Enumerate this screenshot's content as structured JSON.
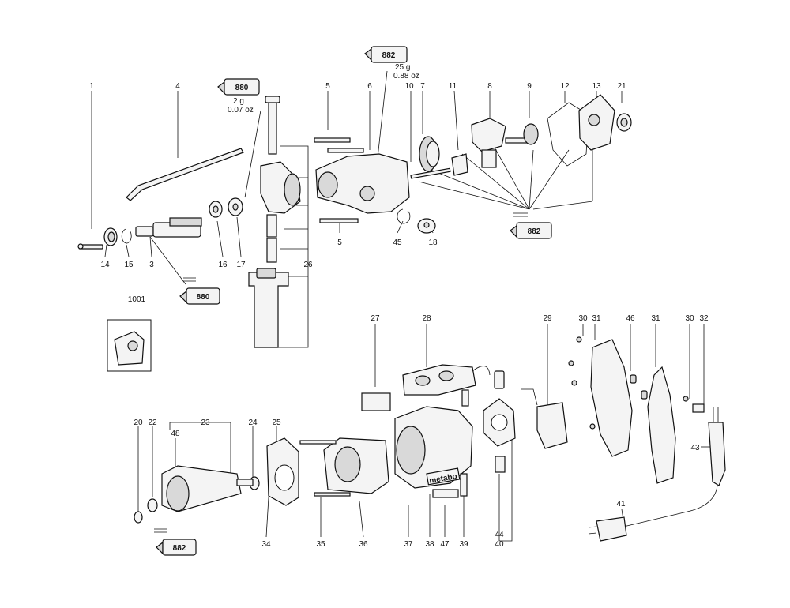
{
  "callouts": [
    {
      "id": "c1",
      "text": "1"
    },
    {
      "id": "c4",
      "text": "4"
    },
    {
      "id": "c5a",
      "text": "5"
    },
    {
      "id": "c6",
      "text": "6"
    },
    {
      "id": "c10",
      "text": "10"
    },
    {
      "id": "c7",
      "text": "7"
    },
    {
      "id": "c11",
      "text": "11"
    },
    {
      "id": "c8",
      "text": "8"
    },
    {
      "id": "c9",
      "text": "9"
    },
    {
      "id": "c12",
      "text": "12"
    },
    {
      "id": "c13",
      "text": "13"
    },
    {
      "id": "c21",
      "text": "21"
    },
    {
      "id": "c14",
      "text": "14"
    },
    {
      "id": "c15",
      "text": "15"
    },
    {
      "id": "c3",
      "text": "3"
    },
    {
      "id": "c16",
      "text": "16"
    },
    {
      "id": "c17",
      "text": "17"
    },
    {
      "id": "c26",
      "text": "26"
    },
    {
      "id": "c5b",
      "text": "5"
    },
    {
      "id": "c45",
      "text": "45"
    },
    {
      "id": "c18",
      "text": "18"
    },
    {
      "id": "c1001",
      "text": "1001"
    },
    {
      "id": "c27",
      "text": "27"
    },
    {
      "id": "c28",
      "text": "28"
    },
    {
      "id": "c29",
      "text": "29"
    },
    {
      "id": "c30a",
      "text": "30"
    },
    {
      "id": "c31a",
      "text": "31"
    },
    {
      "id": "c46",
      "text": "46"
    },
    {
      "id": "c31b",
      "text": "31"
    },
    {
      "id": "c30b",
      "text": "30"
    },
    {
      "id": "c32",
      "text": "32"
    },
    {
      "id": "c20",
      "text": "20"
    },
    {
      "id": "c22",
      "text": "22"
    },
    {
      "id": "c23",
      "text": "23"
    },
    {
      "id": "c48",
      "text": "48"
    },
    {
      "id": "c24",
      "text": "24"
    },
    {
      "id": "c25",
      "text": "25"
    },
    {
      "id": "c43",
      "text": "43"
    },
    {
      "id": "c41",
      "text": "41"
    },
    {
      "id": "c34",
      "text": "34"
    },
    {
      "id": "c35",
      "text": "35"
    },
    {
      "id": "c36",
      "text": "36"
    },
    {
      "id": "c37",
      "text": "37"
    },
    {
      "id": "c38",
      "text": "38"
    },
    {
      "id": "c47",
      "text": "47"
    },
    {
      "id": "c39",
      "text": "39"
    },
    {
      "id": "c44",
      "text": "44"
    },
    {
      "id": "c40",
      "text": "40"
    }
  ],
  "tubes": [
    {
      "id": "t882top",
      "text": "882"
    },
    {
      "id": "t880top",
      "text": "880"
    },
    {
      "id": "t880bot",
      "text": "880"
    },
    {
      "id": "t882right",
      "text": "882"
    },
    {
      "id": "t882bot",
      "text": "882"
    }
  ],
  "notes": {
    "top882_g": "25 g",
    "top882_oz": "0.88 oz",
    "top880_g": "2 g",
    "top880_oz": "0.07 oz"
  },
  "brand_plate": "metabo"
}
